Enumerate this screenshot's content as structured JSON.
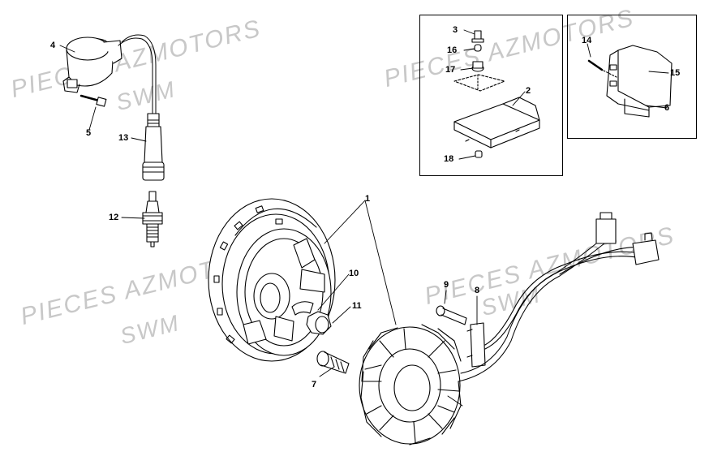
{
  "watermark": {
    "primary": "PIECES AZMOTORS",
    "secondary": "SWM"
  },
  "callouts": [
    {
      "id": "1",
      "label": "1"
    },
    {
      "id": "2",
      "label": "2"
    },
    {
      "id": "3",
      "label": "3"
    },
    {
      "id": "4",
      "label": "4"
    },
    {
      "id": "5",
      "label": "5"
    },
    {
      "id": "6",
      "label": "6"
    },
    {
      "id": "7",
      "label": "7"
    },
    {
      "id": "8",
      "label": "8"
    },
    {
      "id": "9",
      "label": "9"
    },
    {
      "id": "10",
      "label": "10"
    },
    {
      "id": "11",
      "label": "11"
    },
    {
      "id": "12",
      "label": "12"
    },
    {
      "id": "13",
      "label": "13"
    },
    {
      "id": "14",
      "label": "14"
    },
    {
      "id": "15",
      "label": "15"
    },
    {
      "id": "16",
      "label": "16"
    },
    {
      "id": "17",
      "label": "17"
    },
    {
      "id": "18",
      "label": "18"
    }
  ]
}
